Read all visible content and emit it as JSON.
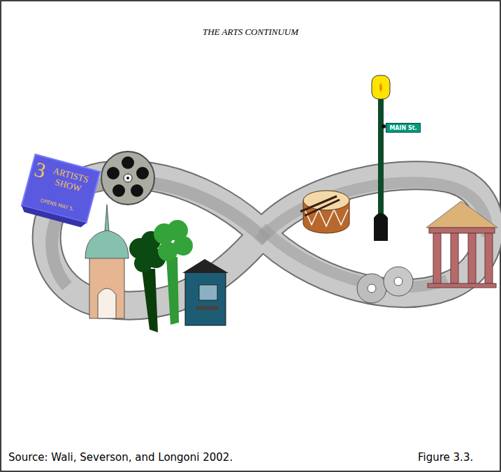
{
  "diagram": {
    "title": "THE ARTS CONTINUUM",
    "caption": "Source: Wali, Severson, and Longoni 2002.",
    "nodes": [
      {
        "text": [
          "3",
          "ARTISTS SHOW",
          "OPENS MAY 5."
        ]
      },
      {
        "text": [
          "MAIN St."
        ]
      }
    ],
    "labels": [
      "Figure 3.3."
    ]
  }
}
